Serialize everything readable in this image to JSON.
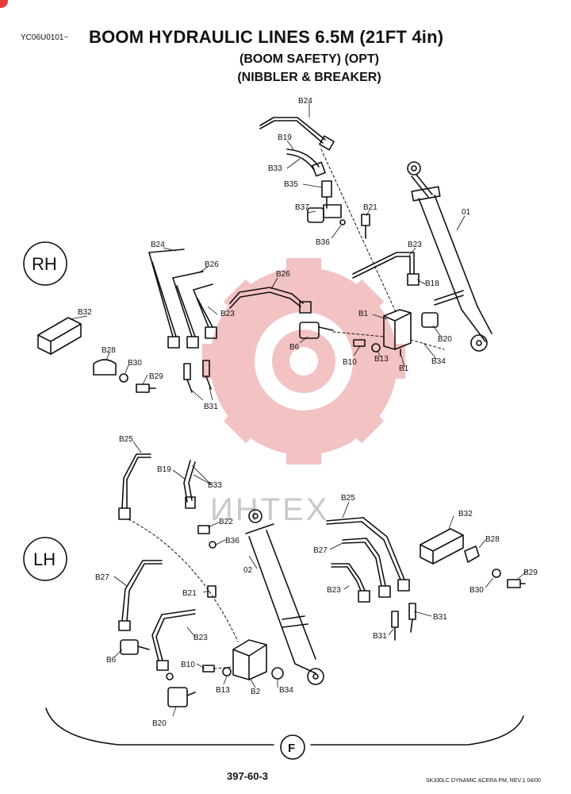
{
  "header": {
    "doc_code": "YC06U0101~",
    "title": "BOOM HYDRAULIC LINES 6.5M (21FT 4in)",
    "subtitle_1": "(BOOM SAFETY) (OPT)",
    "subtitle_2": "(NIBBLER & BREAKER)"
  },
  "sections": {
    "rh": "RH",
    "lh": "LH",
    "view": "F"
  },
  "watermark": "ИНТЕХ",
  "parts": {
    "rh": {
      "b24_top": "B24",
      "b19": "B19",
      "b33": "B33",
      "b35": "B35",
      "b37": "B37",
      "b36": "B36",
      "b21": "B21",
      "p01": "01",
      "b23_right": "B23",
      "b18": "B18",
      "b24_left": "B24",
      "b26_left": "B26",
      "b26_mid": "B26",
      "b23_left": "B23",
      "b1_top": "B1",
      "b6": "B6",
      "b10": "B10",
      "b13": "B13",
      "b1_bottom": "B1",
      "b20": "B20",
      "b34": "B34",
      "b32": "B32",
      "b28": "B28",
      "b30": "B30",
      "b29": "B29",
      "b31": "B31"
    },
    "lh": {
      "b25_left": "B25",
      "b19": "B19",
      "b33": "B33",
      "b22": "B22",
      "b36": "B36",
      "p02": "02",
      "b27_left": "B27",
      "b21": "B21",
      "b23_left": "B23",
      "b6": "B6",
      "b10": "B10",
      "b13": "B13",
      "b2": "B2",
      "b34": "B34",
      "b20": "B20",
      "b25_right": "B25",
      "b27_right": "B27",
      "b23_right": "B23",
      "b32": "B32",
      "b28": "B28",
      "b29": "B29",
      "b30": "B30",
      "b31_a": "B31",
      "b31_b": "B31"
    }
  },
  "footer": {
    "page_number": "397-60-3",
    "model_rev": "SK330LC DYNAMIC ACERA PM, REV.1 04/00"
  },
  "colors": {
    "ink": "#111111",
    "watermark_red": "#f2b8b8",
    "watermark_text": "#c9c9c9"
  }
}
